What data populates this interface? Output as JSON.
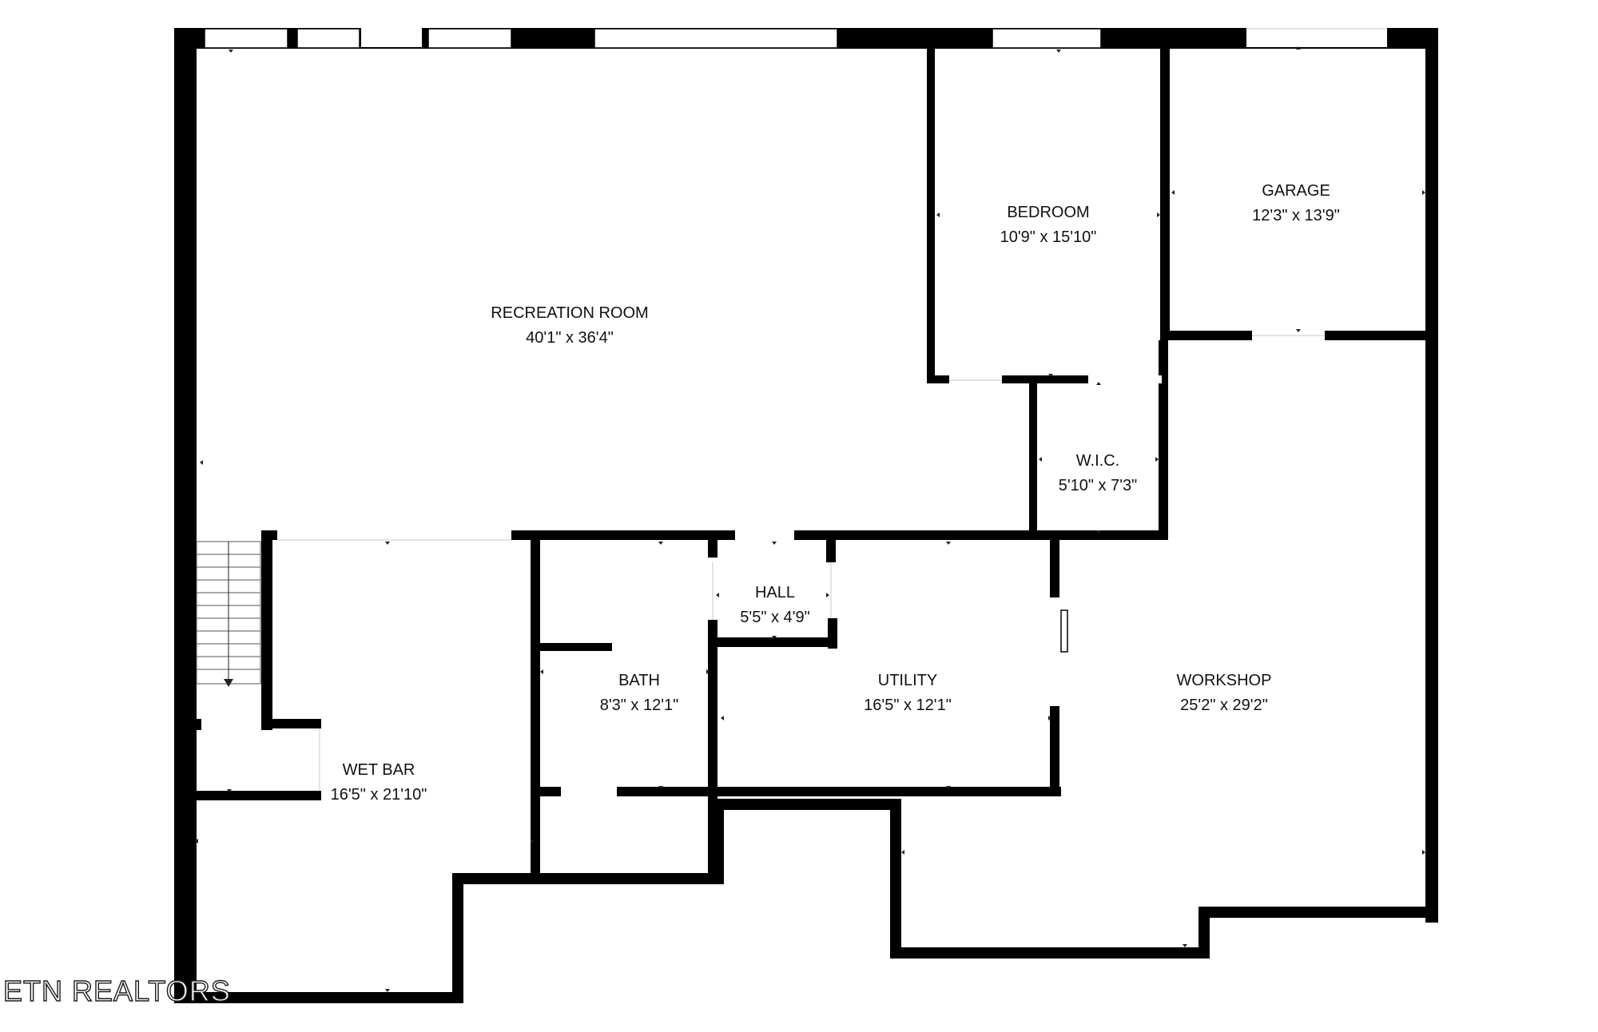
{
  "floorplan": {
    "rooms": [
      {
        "id": "recreation-room",
        "name": "RECREATION ROOM",
        "dims": "40'1\" x 36'4\""
      },
      {
        "id": "bedroom",
        "name": "BEDROOM",
        "dims": "10'9\" x 15'10\""
      },
      {
        "id": "garage",
        "name": "GARAGE",
        "dims": "12'3\" x 13'9\""
      },
      {
        "id": "wic",
        "name": "W.I.C.",
        "dims": "5'10\" x 7'3\""
      },
      {
        "id": "hall",
        "name": "HALL",
        "dims": "5'5\" x 4'9\""
      },
      {
        "id": "bath",
        "name": "BATH",
        "dims": "8'3\" x 12'1\""
      },
      {
        "id": "utility",
        "name": "UTILITY",
        "dims": "16'5\" x 12'1\""
      },
      {
        "id": "workshop",
        "name": "WORKSHOP",
        "dims": "25'2\" x 29'2\""
      },
      {
        "id": "wet-bar",
        "name": "WET BAR",
        "dims": "16'5\" x 21'10\""
      }
    ],
    "watermark": "ETN REALTORS",
    "colors": {
      "wall": "#000000",
      "background": "#ffffff",
      "window": "#ffffff"
    }
  }
}
